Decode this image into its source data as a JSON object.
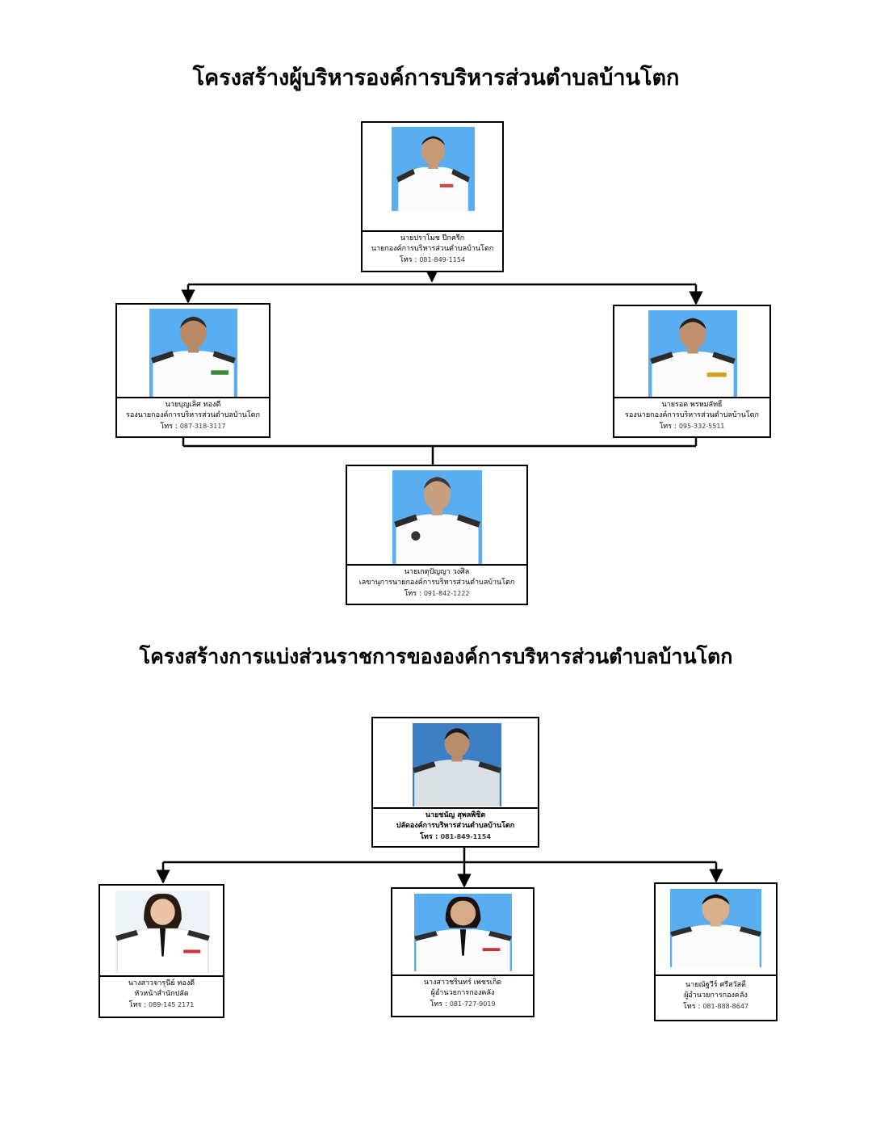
{
  "executive_section": {
    "title": "โครงสร้างผู้บริหารองค์การบริหารส่วนตำบลบ้านโตก",
    "mayor": {
      "name": "นายปราโมช ปีกครีก",
      "position": "นายกองค์การบริหารส่วนตำบลบ้านโตก",
      "phone_label": "โทร :",
      "phone": "081-849-1154"
    },
    "deputy_left": {
      "name": "นายบุญเลิศ ทองดี",
      "position": "รองนายกองค์การบริหารส่วนตำบลบ้านโตก",
      "phone_label": "โทร :",
      "phone": "087-318-3117"
    },
    "deputy_right": {
      "name": "นายรอด พรหมลัทธิ์",
      "position": "รองนายกองค์การบริหารส่วนตำบลบ้านโตก",
      "phone_label": "โทร :",
      "phone": "095-332-5511"
    },
    "secretary": {
      "name": "นายเกตุปัญญา วงศิล",
      "position": "เลขานุการนายกองค์การบริหารส่วนตำบลบ้านโตก",
      "phone_label": "โทร :",
      "phone": "091-842-1222"
    }
  },
  "division_section": {
    "title": "โครงสร้างการแบ่งส่วนราชการขององค์การบริหารส่วนตำบลบ้านโตก",
    "chief": {
      "name": "นายชนัญ สุพลพิชิต",
      "position": "ปลัดองค์การบริหารส่วนตำบลบ้านโตก",
      "phone_label": "โทร :",
      "phone": "081-849-1154"
    },
    "office_head": {
      "name": "นางสาวจารุนีย์ ทองดี",
      "position": "หัวหน้าสำนักปลัด",
      "phone_label": "โทร :",
      "phone": "089-145 2171"
    },
    "finance_director_1": {
      "name": "นางสาวชรินทร์ เพชรเกิด",
      "position": "ผู้อำนวยการกองคลัง",
      "phone_label": "โทร :",
      "phone": "081-727-9019"
    },
    "finance_director_2": {
      "name": "นายณัฐวีร์ ศรีสวัสดิ์",
      "position": "ผู้อำนวยการกองคลัง",
      "phone_label": "โทร :",
      "phone": "081-888-8647"
    }
  },
  "colors": {
    "photo_bg_blue": "#5aaef0",
    "photo_bg_light": "#eef3f7",
    "line": "#000000"
  }
}
